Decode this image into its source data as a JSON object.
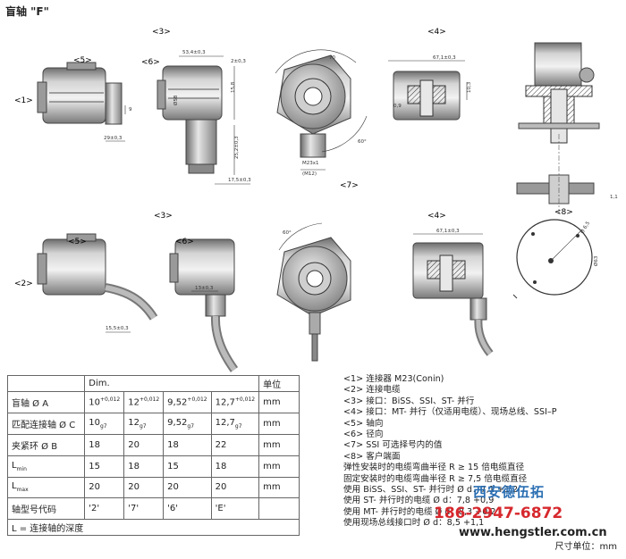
{
  "page_title": "盲轴 \"F\"",
  "view_labels": {
    "v1": "<1>",
    "v2": "<2>",
    "v3": "<3>",
    "v4": "<4>",
    "v5": "<5>",
    "v6": "<6>",
    "v7": "<7>",
    "v8": "<8>"
  },
  "dimensions": {
    "d_53": "53,4±0,3",
    "d_70": "70",
    "d_67": "67,1±0,3",
    "d_2": "2±0,3",
    "d_29": "29±0,3",
    "d_17": "17,5±0,3",
    "d_15": "15,8",
    "d_25": "25,2±0,3",
    "d_13": "13±0,3",
    "d_155": "15,5±0,3",
    "d_m23": "M23x1",
    "d_m12": "(M12)",
    "d_60": "60°",
    "d_58": "Ø58",
    "d_63": "Ø63",
    "d_9": "9",
    "d_103": "10,3",
    "d_09": "0,9",
    "d_11": "1,1",
    "d_65": "Ø 6,5"
  },
  "table": {
    "header_dim": "Dim.",
    "header_unit": "单位",
    "rows": [
      {
        "label": "盲轴 Ø A",
        "v": [
          {
            "base": "10",
            "sup": "+0,012",
            "sub": ""
          },
          {
            "base": "12",
            "sup": "+0,012",
            "sub": ""
          },
          {
            "base": "9,52",
            "sup": "+0,012",
            "sub": ""
          },
          {
            "base": "12,7",
            "sup": "+0,012",
            "sub": ""
          }
        ],
        "unit": "mm"
      },
      {
        "label": "匹配连接轴 Ø C",
        "v": [
          {
            "base": "10",
            "sup": "",
            "sub": "g7"
          },
          {
            "base": "12",
            "sup": "",
            "sub": "g7"
          },
          {
            "base": "9,52",
            "sup": "",
            "sub": "g7"
          },
          {
            "base": "12,7",
            "sup": "",
            "sub": "g7"
          }
        ],
        "unit": "mm"
      },
      {
        "label": "夹紧环 Ø B",
        "v": [
          {
            "base": "18",
            "sup": "",
            "sub": ""
          },
          {
            "base": "20",
            "sup": "",
            "sub": ""
          },
          {
            "base": "18",
            "sup": "",
            "sub": ""
          },
          {
            "base": "22",
            "sup": "",
            "sub": ""
          }
        ],
        "unit": "mm"
      },
      {
        "label": "L",
        "label_sub": "min",
        "v": [
          {
            "base": "15",
            "sup": "",
            "sub": ""
          },
          {
            "base": "18",
            "sup": "",
            "sub": ""
          },
          {
            "base": "15",
            "sup": "",
            "sub": ""
          },
          {
            "base": "18",
            "sup": "",
            "sub": ""
          }
        ],
        "unit": "mm"
      },
      {
        "label": "L",
        "label_sub": "max",
        "v": [
          {
            "base": "20",
            "sup": "",
            "sub": ""
          },
          {
            "base": "20",
            "sup": "",
            "sub": ""
          },
          {
            "base": "20",
            "sup": "",
            "sub": ""
          },
          {
            "base": "20",
            "sup": "",
            "sub": ""
          }
        ],
        "unit": "mm"
      },
      {
        "label": "轴型号代码",
        "v": [
          {
            "base": "'2'",
            "sup": "",
            "sub": ""
          },
          {
            "base": "'7'",
            "sup": "",
            "sub": ""
          },
          {
            "base": "'6'",
            "sup": "",
            "sub": ""
          },
          {
            "base": "'E'",
            "sup": "",
            "sub": ""
          }
        ],
        "unit": ""
      }
    ],
    "footer": "L = 连接轴的深度"
  },
  "notes": [
    "<1> 连接器 M23(Conin)",
    "<2> 连接电缆",
    "<3> 接口：BiSS、SSI、ST- 并行",
    "<4> 接口：MT- 并行（仅适用电缆）、现场总线、SSI–P",
    "<5> 轴向",
    "<6> 径向",
    "<7> SSI 可选择号内的值",
    "<8> 客户端面",
    "弹性安装时的电缆弯曲半径 R ≥ 15 倍电缆直径",
    "固定安装时的电缆弯曲半径 R ≥ 7,5 倍电缆直径",
    "使用 BiSS、SSI、ST- 并行时 Ø d：7,1 +1,2",
    "使用 ST- 并行时的电缆 Ø d：7,8 +0,9",
    "使用 MT- 并行时的电缆 Ø d：8,3 +0,2",
    "使用现场总线接口时 Ø d：8,5 +1,1"
  ],
  "unit_line": "尺寸单位：mm",
  "watermark": {
    "name": "西安德伍拓",
    "phone": "186-2947-6872",
    "url": "www.hengstler.com.cn"
  }
}
